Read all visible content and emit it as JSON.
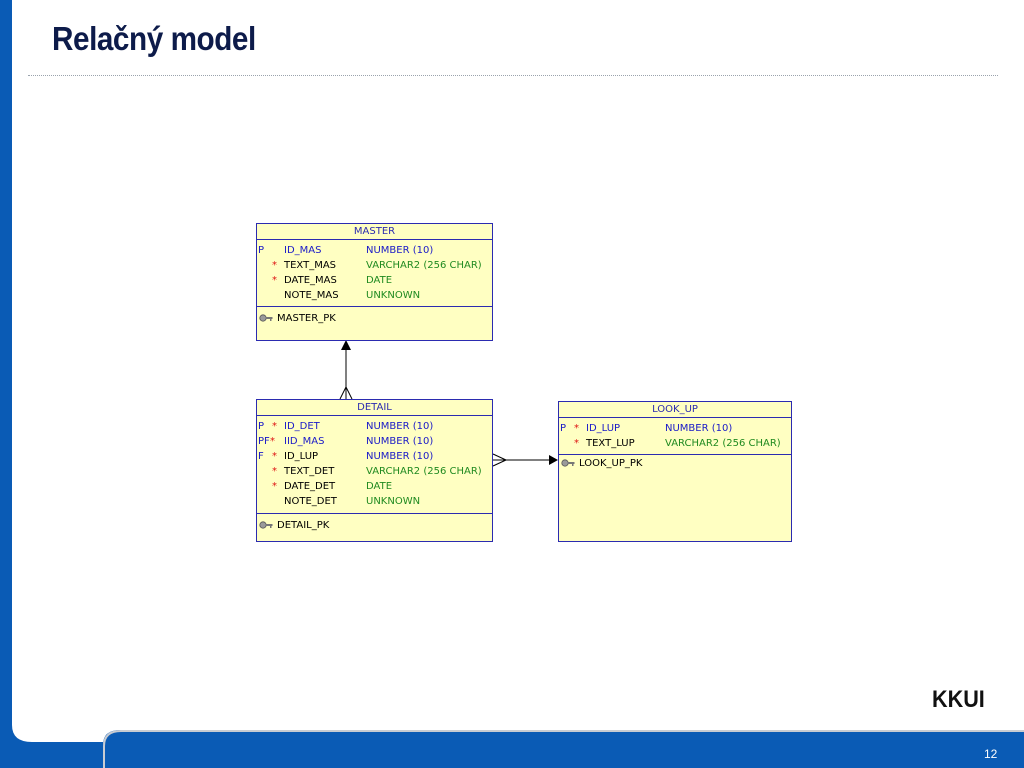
{
  "slide": {
    "title": "Relačný model",
    "brand": "KKUI",
    "page_number": "12"
  },
  "colors": {
    "accent_blue": "#0a5bb5",
    "entity_fill": "#ffffc2",
    "entity_border": "#2b2bb0",
    "type_text": "#208a20",
    "required_marker": "#dd1111"
  },
  "diagram": {
    "entities": {
      "master": {
        "name": "MASTER",
        "columns": [
          {
            "flag": "P",
            "required": "",
            "name": "ID_MAS",
            "type": "NUMBER (10)"
          },
          {
            "flag": "",
            "required": "*",
            "name": "TEXT_MAS",
            "type": "VARCHAR2 (256 CHAR)"
          },
          {
            "flag": "",
            "required": "*",
            "name": "DATE_MAS",
            "type": "DATE"
          },
          {
            "flag": "",
            "required": "",
            "name": "NOTE_MAS",
            "type": "UNKNOWN"
          }
        ],
        "keys": [
          "MASTER_PK"
        ]
      },
      "detail": {
        "name": "DETAIL",
        "columns": [
          {
            "flag": "P",
            "required": "*",
            "name": "ID_DET",
            "type": "NUMBER (10)"
          },
          {
            "flag": "PF",
            "required": "*",
            "name": "IID_MAS",
            "type": "NUMBER (10)"
          },
          {
            "flag": "F",
            "required": "*",
            "name": "ID_LUP",
            "type": "NUMBER (10)"
          },
          {
            "flag": "",
            "required": "*",
            "name": "TEXT_DET",
            "type": "VARCHAR2 (256 CHAR)"
          },
          {
            "flag": "",
            "required": "*",
            "name": "DATE_DET",
            "type": "DATE"
          },
          {
            "flag": "",
            "required": "",
            "name": "NOTE_DET",
            "type": "UNKNOWN"
          }
        ],
        "keys": [
          "DETAIL_PK"
        ]
      },
      "look_up": {
        "name": "LOOK_UP",
        "columns": [
          {
            "flag": "P",
            "required": "*",
            "name": "ID_LUP",
            "type": "NUMBER (10)"
          },
          {
            "flag": "",
            "required": "*",
            "name": "TEXT_LUP",
            "type": "VARCHAR2 (256 CHAR)"
          }
        ],
        "keys": [
          "LOOK_UP_PK"
        ]
      }
    },
    "relationships": [
      {
        "from": "DETAIL",
        "to": "MASTER",
        "cardinality": "many-to-one"
      },
      {
        "from": "DETAIL",
        "to": "LOOK_UP",
        "cardinality": "many-to-one"
      }
    ]
  }
}
